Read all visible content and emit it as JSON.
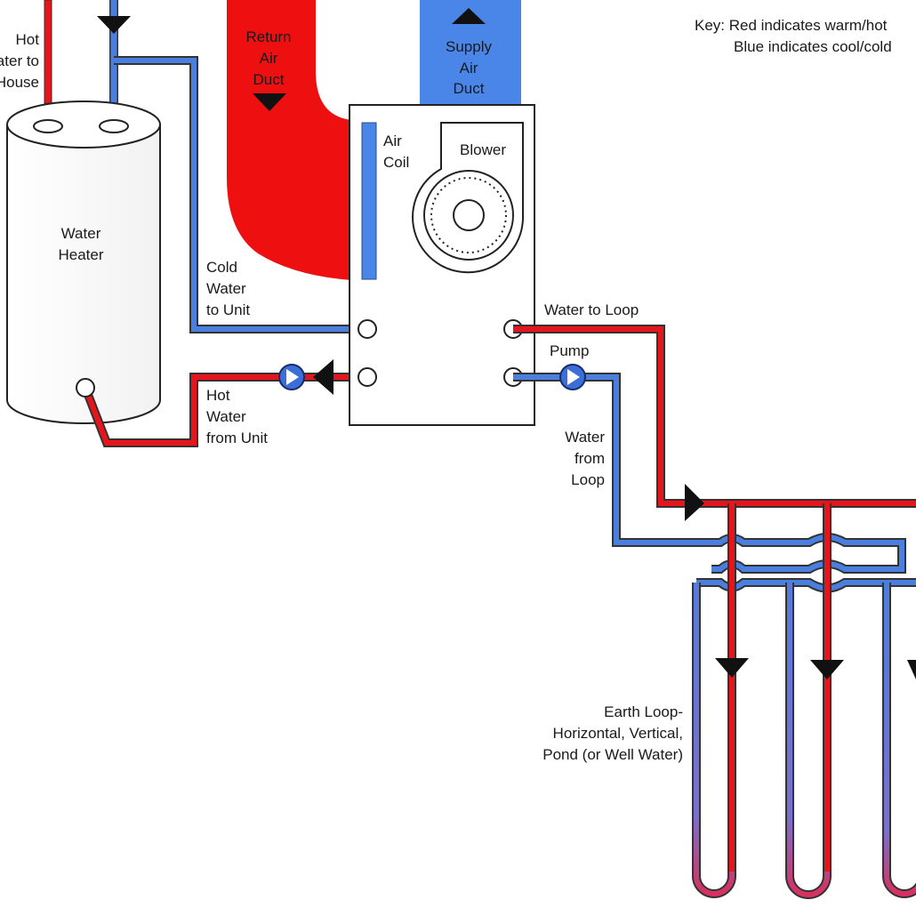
{
  "key": {
    "line1": "Key: Red indicates warm/hot",
    "line2": "Blue indicates cool/cold"
  },
  "labels": {
    "hot_water_to_house": [
      "Hot",
      "Water to",
      "House"
    ],
    "water_heater": [
      "Water",
      "Heater"
    ],
    "return_air_duct": [
      "Return",
      "Air",
      "Duct"
    ],
    "supply_air_duct": [
      "Supply",
      "Air",
      "Duct"
    ],
    "air_coil": [
      "Air",
      "Coil"
    ],
    "blower": "Blower",
    "cold_water_to_unit": [
      "Cold",
      "Water",
      "to Unit"
    ],
    "hot_water_from_unit": [
      "Hot",
      "Water",
      "from Unit"
    ],
    "water_to_loop": "Water to Loop",
    "pump": "Pump",
    "water_from_loop": [
      "Water",
      "from",
      "Loop"
    ],
    "earth_loop": [
      "Earth Loop-",
      "Horizontal, Vertical,",
      "Pond (or Well Water)"
    ]
  },
  "colors": {
    "hot": "#e8141c",
    "cold": "#4a7fe0",
    "duct_blue": "#4a86e8",
    "outline": "#333333"
  },
  "icons": [
    "down-arrow-icon",
    "up-arrow-icon",
    "pump-icon",
    "fan-icon",
    "flow-arrow-icon"
  ]
}
